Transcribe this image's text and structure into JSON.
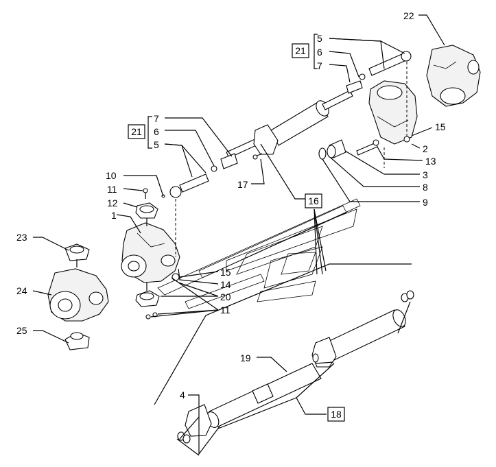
{
  "callouts": {
    "c1": "1",
    "c2": "2",
    "c3": "3",
    "c4": "4",
    "c5a": "5",
    "c5b": "5",
    "c6a": "6",
    "c6b": "6",
    "c7a": "7",
    "c7b": "7",
    "c8": "8",
    "c9": "9",
    "c10": "10",
    "c11a": "11",
    "c11b": "11",
    "c12": "12",
    "c13": "13",
    "c14": "14",
    "c15a": "15",
    "c15b": "15",
    "c16": "16",
    "c17": "17",
    "c18": "18",
    "c19": "19",
    "c20": "20",
    "c21a": "21",
    "c21b": "21",
    "c22": "22",
    "c23": "23",
    "c24": "24",
    "c25": "25"
  }
}
